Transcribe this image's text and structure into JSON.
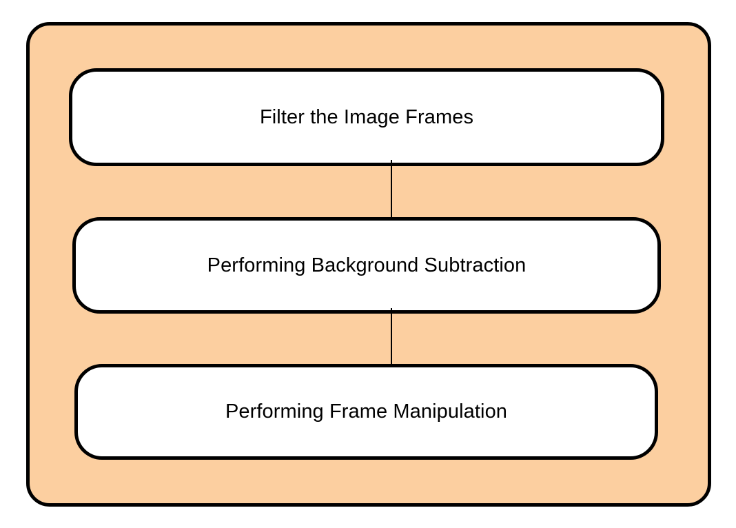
{
  "diagram": {
    "type": "flowchart",
    "orientation": "vertical",
    "title": "",
    "container": {
      "name": "process-pipeline-container",
      "fill_color": "#FCCFA0",
      "border_color": "#000000",
      "label": ""
    },
    "nodes": [
      {
        "id": "node-1",
        "label": "Filter the Image Frames",
        "shape": "rounded-rectangle",
        "fill_color": "#FFFFFF",
        "border_color": "#000000"
      },
      {
        "id": "node-2",
        "label": "Performing Background Subtraction",
        "shape": "rounded-rectangle",
        "fill_color": "#FFFFFF",
        "border_color": "#000000"
      },
      {
        "id": "node-3",
        "label": "Performing Frame Manipulation",
        "shape": "rounded-rectangle",
        "fill_color": "#FFFFFF",
        "border_color": "#000000"
      }
    ],
    "edges": [
      {
        "id": "edge-1",
        "from": "node-1",
        "to": "node-2",
        "label": "",
        "direction": "down",
        "arrowhead": "normal",
        "color": "#000000"
      },
      {
        "id": "edge-2",
        "from": "node-2",
        "to": "node-3",
        "label": "",
        "direction": "down",
        "arrowhead": "normal",
        "color": "#000000"
      }
    ]
  }
}
